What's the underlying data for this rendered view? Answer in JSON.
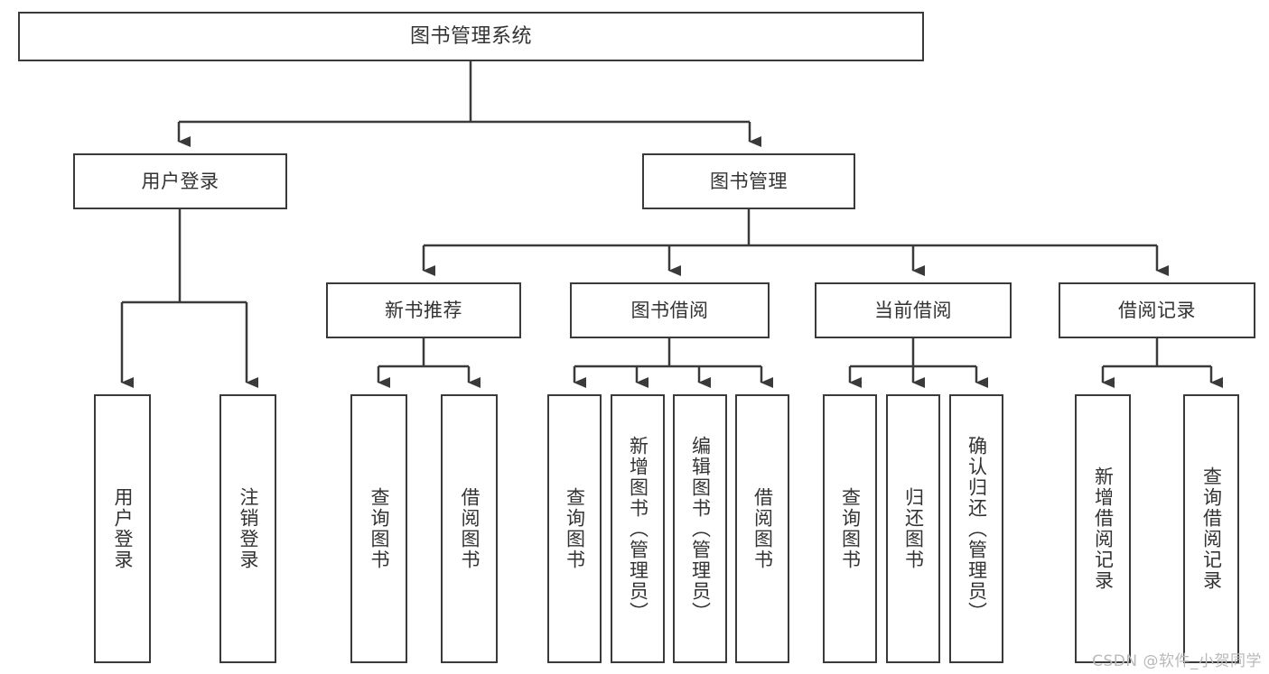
{
  "diagram": {
    "title": "图书管理系统",
    "type": "tree-hierarchy-diagram",
    "watermark": "CSDN @软件_小贺同学",
    "colors": {
      "stroke": "#3a3a3a",
      "text": "#333333",
      "background": "#ffffff",
      "watermark": "#b9b9b9"
    },
    "nodes": {
      "root": {
        "label": "图书管理系统"
      },
      "level2": [
        {
          "id": "user-login",
          "label": "用户登录"
        },
        {
          "id": "book-management",
          "label": "图书管理"
        }
      ],
      "level3": [
        {
          "id": "new-book-recommend",
          "label": "新书推荐"
        },
        {
          "id": "book-borrow",
          "label": "图书借阅"
        },
        {
          "id": "current-borrow",
          "label": "当前借阅"
        },
        {
          "id": "borrow-record",
          "label": "借阅记录"
        }
      ],
      "leaves": [
        {
          "id": "leaf-user-login",
          "label": "用户登录",
          "parent": "user-login"
        },
        {
          "id": "leaf-logout-login",
          "label": "注销登录",
          "parent": "user-login"
        },
        {
          "id": "leaf-query-book-1",
          "label": "查询图书",
          "parent": "new-book-recommend"
        },
        {
          "id": "leaf-borrow-book-1",
          "label": "借阅图书",
          "parent": "new-book-recommend"
        },
        {
          "id": "leaf-query-book-2",
          "label": "查询图书",
          "parent": "book-borrow"
        },
        {
          "id": "leaf-add-book",
          "label": "新增图书（管理员）",
          "parent": "book-borrow"
        },
        {
          "id": "leaf-edit-book",
          "label": "编辑图书（管理员）",
          "parent": "book-borrow"
        },
        {
          "id": "leaf-borrow-book-2",
          "label": "借阅图书",
          "parent": "book-borrow"
        },
        {
          "id": "leaf-query-book-3",
          "label": "查询图书",
          "parent": "current-borrow"
        },
        {
          "id": "leaf-return-book",
          "label": "归还图书",
          "parent": "current-borrow"
        },
        {
          "id": "leaf-confirm-return",
          "label": "确认归还（管理员）",
          "parent": "current-borrow"
        },
        {
          "id": "leaf-add-record",
          "label": "新增借阅记录",
          "parent": "borrow-record"
        },
        {
          "id": "leaf-query-record",
          "label": "查询借阅记录",
          "parent": "borrow-record"
        }
      ]
    }
  }
}
